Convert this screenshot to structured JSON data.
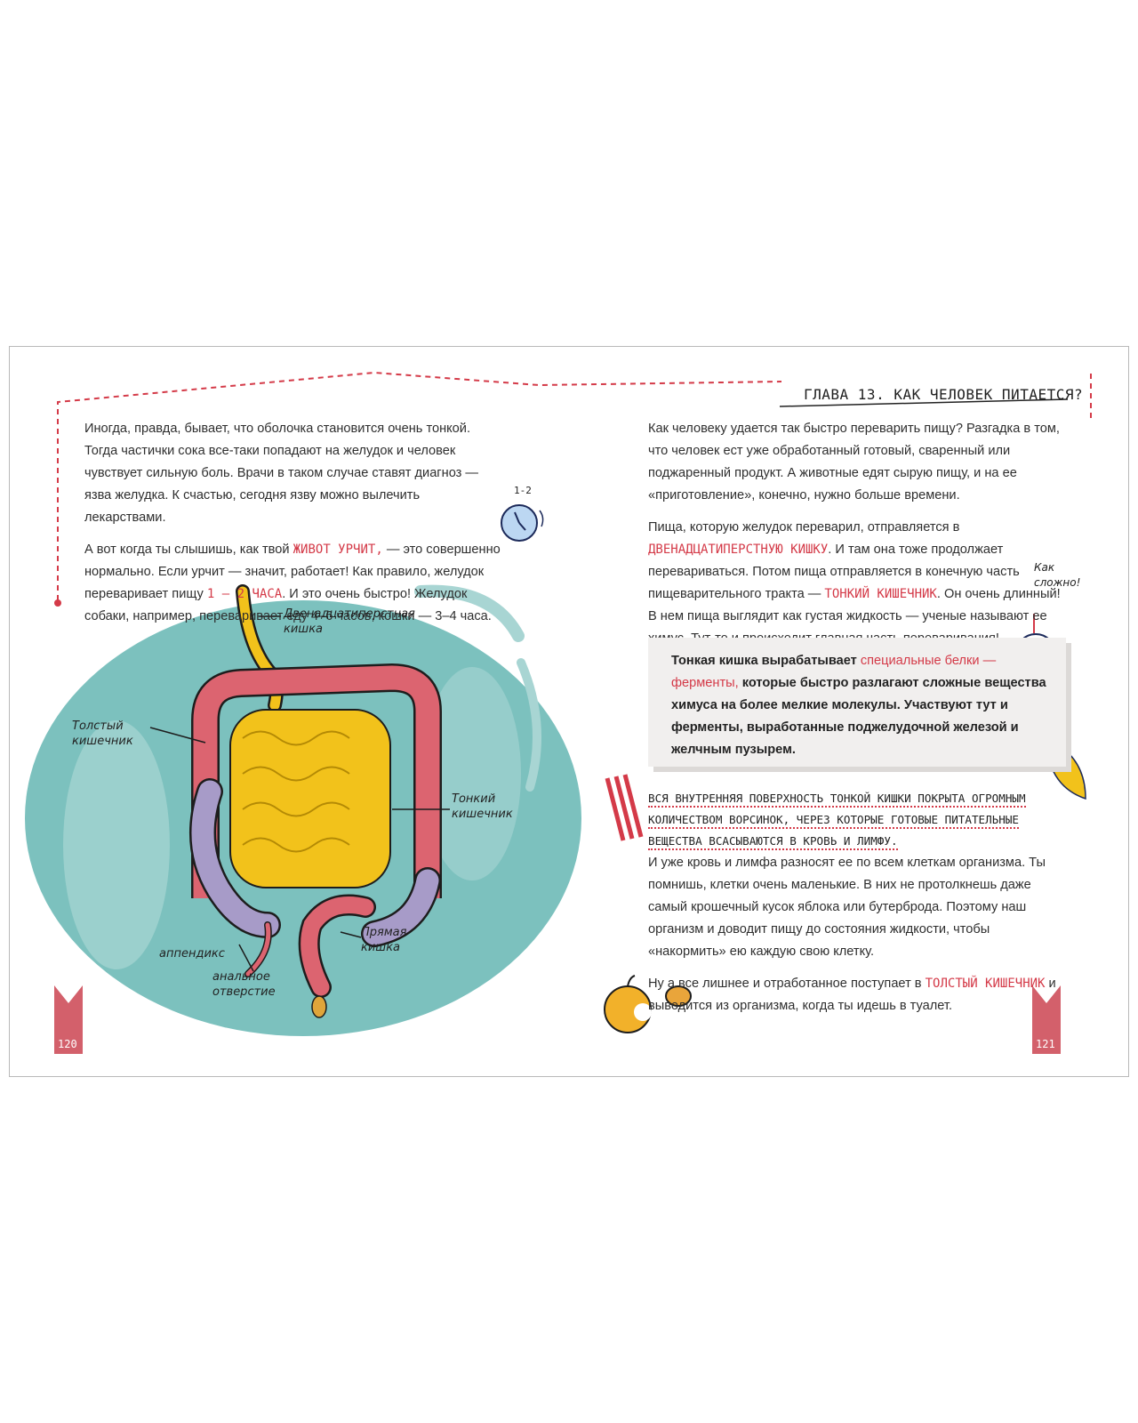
{
  "chapter_title": "Глава 13. Как человек питается?",
  "left_page": {
    "paragraphs": [
      {
        "parts": [
          {
            "t": "Иногда, правда, бывает, что оболочка становится очень тонкой. Тогда частички сока все-таки попадают на желудок и человек чувствует сильную боль. Врачи в таком случае ставят диагноз — язва желудка. К счастью, сегодня язву можно вылечить лекарствами."
          }
        ]
      },
      {
        "parts": [
          {
            "t": "А вот когда ты слышишь, как твой "
          },
          {
            "t": "живот урчит,",
            "hl": true
          },
          {
            "t": " — это совершенно нормально. Если урчит — значит, работает! Как правило, желудок переваривает пищу "
          },
          {
            "t": "1 – 2 часа",
            "hl": true
          },
          {
            "t": ". И это очень быстро! Желудок собаки, например, переваривает еду 4–6 часов, кошки — 3–4 часа."
          }
        ]
      }
    ],
    "clock_label": "1-2",
    "diagram_labels": {
      "duodenum": "Двенадцатиперстная кишка",
      "large_intestine": "Толстый кишечник",
      "small_intestine": "Тонкий кишечник",
      "appendix": "аппендикс",
      "rectum": "Прямая кишка",
      "anus": "анальное отверстие"
    },
    "page_number": "120"
  },
  "right_page": {
    "paragraphs_top": [
      {
        "parts": [
          {
            "t": "Как человеку удается так быстро переварить пищу? Разгадка в том, что человек ест уже обработанный готовый, сваренный или поджаренный продукт. А животные едят сырую пищу, и на ее «приготовление», конечно, нужно больше времени."
          }
        ]
      },
      {
        "parts": [
          {
            "t": "Пища, которую желудок переварил, отправляется в "
          },
          {
            "t": "двенадцатиперстную кишку",
            "hl": true
          },
          {
            "t": ". И там она тоже продолжает перевариваться. Потом пища отправляется в конечную часть пищеварительного тракта — "
          },
          {
            "t": "тонкий кишечник",
            "hl": true
          },
          {
            "t": ". Он очень длинный! В нем пища выглядит как густая жидкость — ученые называют ее химус. Тут-то и происходит главная часть переваривания!"
          }
        ]
      }
    ],
    "note": {
      "parts": [
        {
          "t": "Тонкая кишка вырабатывает "
        },
        {
          "t": "специальные белки — ферменты,",
          "hl": true
        },
        {
          "t": " которые быстро разлагают сложные вещества химуса на более мелкие молекулы. Участвуют тут и ферменты, выработанные поджелудочной железой и желчным пузырем."
        }
      ]
    },
    "character_speech": "Как сложно!",
    "fact": "Вся внутренняя поверхность тонкой кишки покрыта огромным количеством ворсинок, через которые готовые питательные вещества всасываются в кровь и лимфу.",
    "paragraphs_bottom": [
      {
        "parts": [
          {
            "t": "И уже кровь и лимфа разносят ее по всем клеткам организма. Ты помнишь, клетки очень маленькие. В них не протолкнешь даже самый крошечный кусок яблока или бутерброда. Поэтому наш организм и доводит пищу до состояния жидкости, чтобы «накормить» ею каждую свою клетку."
          }
        ]
      },
      {
        "parts": [
          {
            "t": "Ну а все лишнее и отработанное поступает в "
          },
          {
            "t": "толстый кишечник",
            "hl": true
          },
          {
            "t": " и выводится из организма, когда ты идешь в туалет."
          }
        ]
      }
    ],
    "page_number": "121"
  },
  "colors": {
    "accent_red": "#d43a48",
    "teal": "#7cc1be",
    "large_intestine": "#dc6470",
    "small_intestine": "#f2c21b",
    "appendix_purple": "#a79bc8",
    "page_tab": "#d3606b"
  }
}
